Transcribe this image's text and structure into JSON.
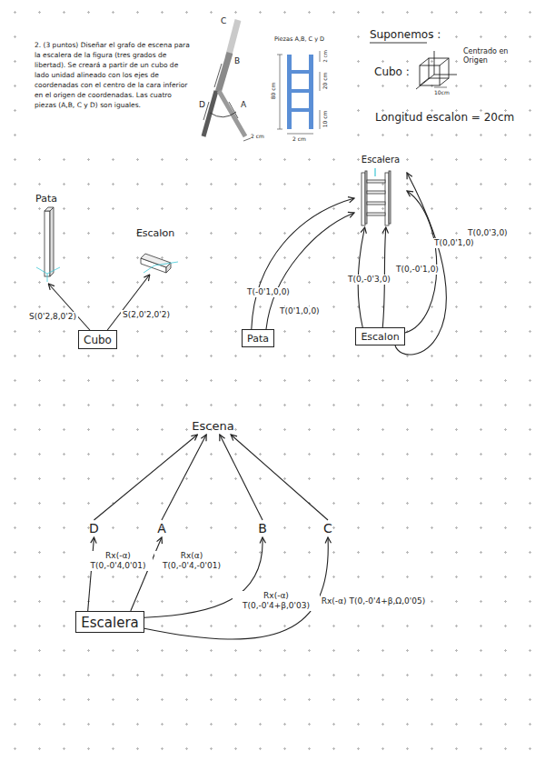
{
  "diagram": {
    "nodes": [
      {
        "text": [
          "Cubo"
        ]
      },
      {
        "text": [
          "Pata"
        ]
      },
      {
        "text": [
          "Escalon"
        ]
      },
      {
        "text": [
          "Pata"
        ]
      },
      {
        "text": [
          "Escalon"
        ]
      },
      {
        "text": [
          "Escalera"
        ]
      },
      {
        "text": [
          "Escena"
        ]
      },
      {
        "text": [
          "D"
        ]
      },
      {
        "text": [
          "A"
        ]
      },
      {
        "text": [
          "B"
        ]
      },
      {
        "text": [
          "C"
        ]
      },
      {
        "text": [
          "Escalera"
        ]
      }
    ],
    "edges": [
      {
        "from": 0,
        "to": 1,
        "label": "S(0'2,8,0'2)",
        "arrow": "to"
      },
      {
        "from": 0,
        "to": 2,
        "label": "S(2,0'2,0'2)",
        "arrow": "to"
      },
      {
        "from": 3,
        "to": 5,
        "label": "T(-0'1,0,0)",
        "arrow": "to"
      },
      {
        "from": 3,
        "to": 5,
        "label": "T(0'1,0,0)",
        "arrow": "to"
      },
      {
        "from": 4,
        "to": 5,
        "label": "T(0,-0'3,0)",
        "arrow": "to"
      },
      {
        "from": 4,
        "to": 5,
        "label": "T(0,-0'1,0)",
        "arrow": "to"
      },
      {
        "from": 4,
        "to": 5,
        "label": "T(0,0'1,0)",
        "arrow": "to"
      },
      {
        "from": 4,
        "to": 5,
        "label": "T(0,0'3,0)",
        "arrow": "to"
      },
      {
        "from": 7,
        "to": 6,
        "arrow": "to"
      },
      {
        "from": 8,
        "to": 6,
        "arrow": "to"
      },
      {
        "from": 9,
        "to": 6,
        "arrow": "to"
      },
      {
        "from": 10,
        "to": 6,
        "arrow": "to"
      },
      {
        "from": 11,
        "to": 7,
        "label": "Rx(-α) T(0,-0'4,0'01)",
        "arrow": "to"
      },
      {
        "from": 11,
        "to": 8,
        "label": "Rx(α) T(0,-0'4,-0'01)",
        "arrow": "to"
      },
      {
        "from": 11,
        "to": 9,
        "label": "Rx(-α) T(0,-0'4+β,0'03)",
        "arrow": "to"
      },
      {
        "from": 11,
        "to": 10,
        "label": "Rx(-α) T(0,-0'4+β,Ω,0'05)",
        "arrow": "to"
      }
    ],
    "labels": [
      "2. (3 puntos) Diseñar el grafo de escena para la escalera de la figura (tres grados de libertad). Se creará a partir de un cubo de lado unidad alineado con los ejes de coordenadas con el centro de la cara inferior en el origen de coordenadas. Las cuatro piezas (A,B, C y D) son iguales.",
      "C",
      "B",
      "D",
      "A",
      "2 cm",
      "Piezas A,B, C y D",
      "2 cm",
      "80 cm",
      "20 cm",
      "10 cm",
      "2 cm",
      "Suponemos :",
      "Cubo :",
      "Centrado en Origen",
      "10cm",
      "Longitud escalon = 20cm"
    ]
  }
}
